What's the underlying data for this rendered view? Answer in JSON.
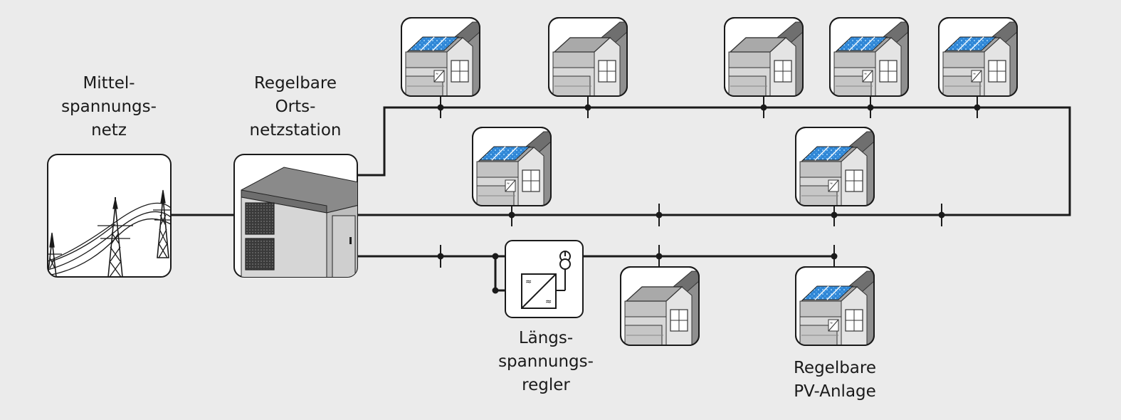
{
  "labels": {
    "mittelspannung": [
      "Mittel-",
      "spannungs-",
      "netz"
    ],
    "ortsnetzstation": [
      "Regelbare",
      "Orts-",
      "netzstation"
    ],
    "laengsregler": [
      "Längs-",
      "spannungs-",
      "regler"
    ],
    "pv_anlage": [
      "Regelbare",
      "PV-Anlage"
    ]
  },
  "icons": {
    "grid": "power-pylon-icon",
    "station": "substation-icon",
    "regulator": "voltage-regulator-icon",
    "house_pv": "house-with-solar-panels-icon",
    "house": "house-icon"
  },
  "colors": {
    "background": "#ebebeb",
    "line": "#1a1a1a",
    "solar": "#3a8fd6",
    "house": "#c9c9c9",
    "roof": "#9a9a9a"
  }
}
